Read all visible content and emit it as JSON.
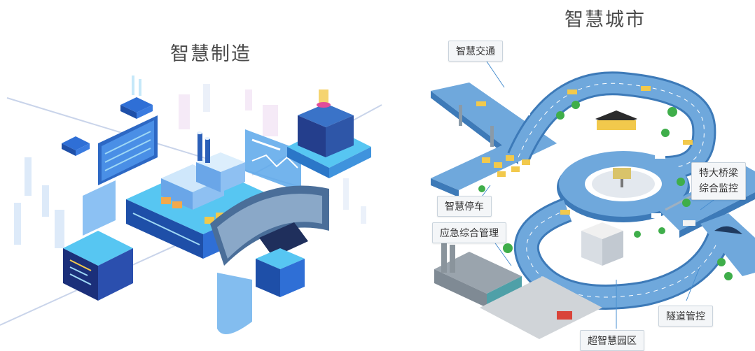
{
  "manufacturing": {
    "title": "智慧制造"
  },
  "city": {
    "title": "智慧城市",
    "labels": {
      "traffic": "智慧交通",
      "parking": "智慧停车",
      "emergency": "应急综合管理",
      "bridge_line1": "特大桥梁",
      "bridge_line2": "综合监控",
      "tunnel": "隧道管控",
      "park": "超智慧园区"
    }
  },
  "colors": {
    "road": "#6fa8dc",
    "road_edge": "#3d7ab8",
    "tech_blue": "#2f6fd6",
    "tech_cyan": "#57c6f2",
    "grass": "#3fae4a"
  }
}
